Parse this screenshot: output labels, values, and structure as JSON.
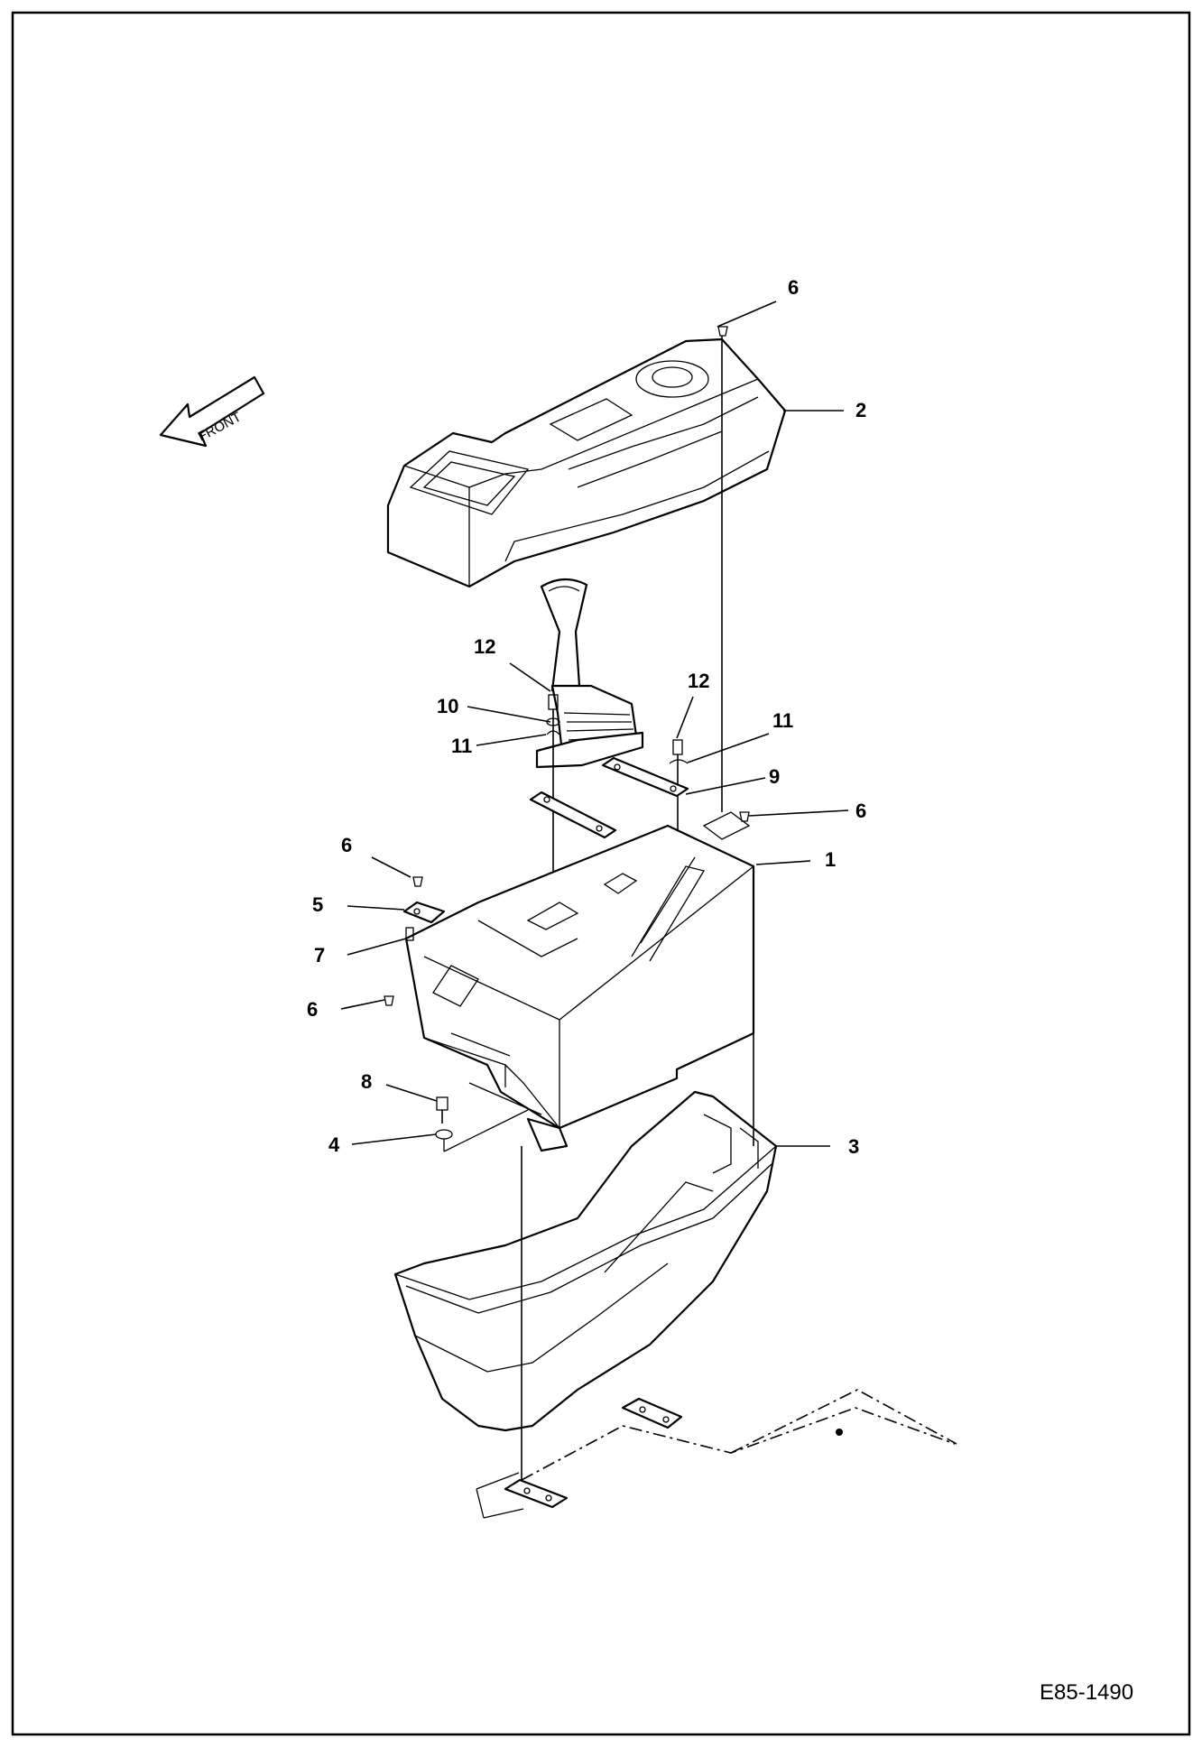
{
  "direction_label": "FRONT",
  "drawing_code": "E85-1490",
  "callouts": [
    {
      "id": "c6a",
      "text": "6"
    },
    {
      "id": "c2",
      "text": "2"
    },
    {
      "id": "c12a",
      "text": "12"
    },
    {
      "id": "c12b",
      "text": "12"
    },
    {
      "id": "c10",
      "text": "10"
    },
    {
      "id": "c11a",
      "text": "11"
    },
    {
      "id": "c11b",
      "text": "11"
    },
    {
      "id": "c9",
      "text": "9"
    },
    {
      "id": "c6b",
      "text": "6"
    },
    {
      "id": "c6c",
      "text": "6"
    },
    {
      "id": "c5",
      "text": "5"
    },
    {
      "id": "c1",
      "text": "1"
    },
    {
      "id": "c7",
      "text": "7"
    },
    {
      "id": "c6d",
      "text": "6"
    },
    {
      "id": "c8",
      "text": "8"
    },
    {
      "id": "c4",
      "text": "4"
    },
    {
      "id": "c3",
      "text": "3"
    }
  ]
}
